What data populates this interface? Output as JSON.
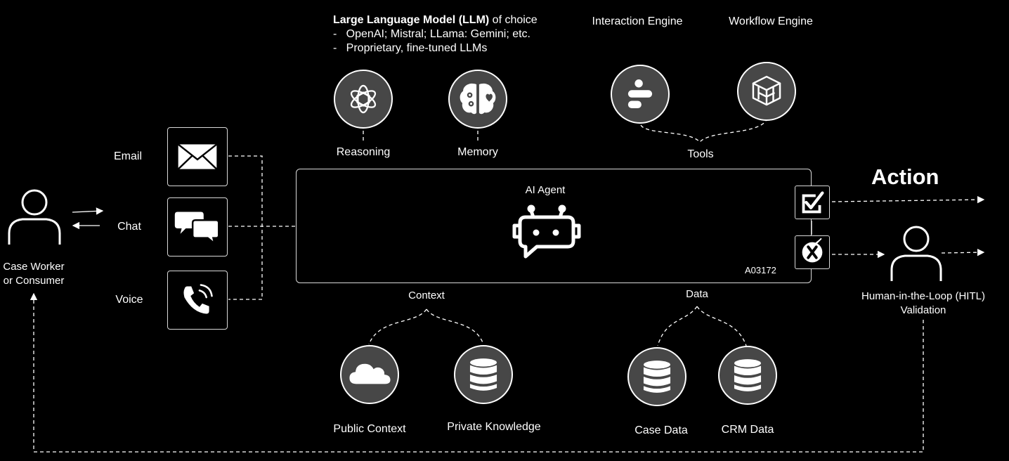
{
  "llm": {
    "title_bold": "Large Language Model (LLM)",
    "title_rest": " of choice",
    "items": [
      "OpenAI; Mistral; LLama: Gemini; etc.",
      "Proprietary, fine-tuned LLMs"
    ]
  },
  "engines": {
    "interaction": "Interaction Engine",
    "workflow": "Workflow Engine"
  },
  "labels": {
    "reasoning": "Reasoning",
    "memory": "Memory",
    "tools": "Tools",
    "context": "Context",
    "data": "Data",
    "public_context": "Public Context",
    "private_knowledge": "Private Knowledge",
    "case_data": "Case Data",
    "crm_data": "CRM Data"
  },
  "channels": {
    "email": "Email",
    "chat": "Chat",
    "voice": "Voice"
  },
  "user": {
    "line1": "Case Worker",
    "line2": "or Consumer"
  },
  "agent": {
    "title": "AI Agent",
    "code": "A03172"
  },
  "action": "Action",
  "hitl": {
    "line1": "Human-in-the-Loop (HITL)",
    "line2": "Validation"
  },
  "icons": [
    "person-icon",
    "email-icon",
    "chat-icon",
    "phone-icon",
    "openai-icon",
    "brain-icon",
    "interaction-engine-icon",
    "workflow-engine-icon",
    "robot-icon",
    "check-icon",
    "reject-icon",
    "cloud-icon",
    "database-icon"
  ]
}
